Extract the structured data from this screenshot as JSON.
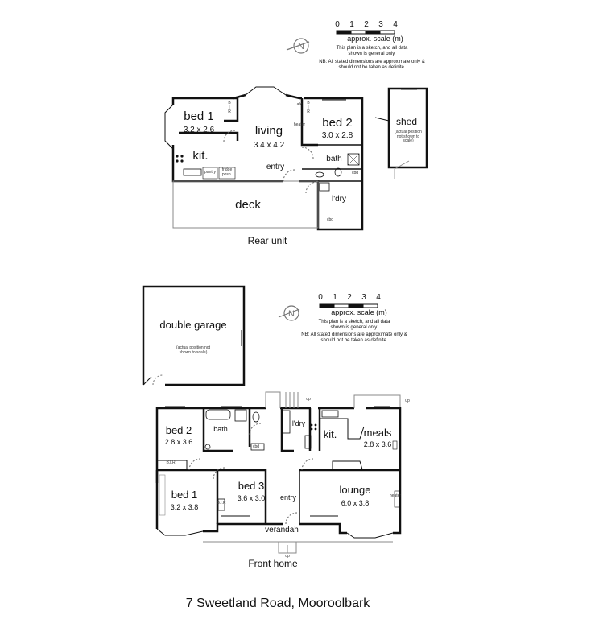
{
  "scale": {
    "ticks": [
      "0",
      "1",
      "2",
      "3",
      "4"
    ],
    "label": "approx. scale (m)",
    "note1": "This plan is a sketch, and all data shown is general only.",
    "note2": "NB: All stated dimensions are approximate only & should not be taken as definite."
  },
  "rear_unit": {
    "caption": "Rear unit",
    "rooms": {
      "bed1": {
        "name": "bed 1",
        "dim": "3.2 x 2.6"
      },
      "living": {
        "name": "living",
        "dim": "3.4 x 4.2"
      },
      "bed2": {
        "name": "bed 2",
        "dim": "3.0 x 2.8"
      },
      "kit": {
        "name": "kit."
      },
      "bath": {
        "name": "bath"
      },
      "entry": {
        "name": "entry"
      },
      "ldry": {
        "name": "l'dry"
      },
      "deck": {
        "name": "deck"
      },
      "shed": {
        "name": "shed",
        "note": "(actual position not shown to scale)"
      }
    },
    "labels": {
      "bir": "B I R",
      "pantry": "pantry",
      "fridge": "fridge posn.",
      "cbd": "cbd",
      "ac": "a/c",
      "heater": "heater"
    }
  },
  "front_home": {
    "caption": "Front home",
    "rooms": {
      "garage": {
        "name": "double garage",
        "note": "(actual position not shown to scale)"
      },
      "bed2": {
        "name": "bed 2",
        "dim": "2.8 x 3.6"
      },
      "bath": {
        "name": "bath"
      },
      "ldry": {
        "name": "l'dry"
      },
      "kit": {
        "name": "kit."
      },
      "meals": {
        "name": "meals",
        "dim": "2.8 x 3.6"
      },
      "bed1": {
        "name": "bed 1",
        "dim": "3.2 x 3.8"
      },
      "bed3": {
        "name": "bed 3",
        "dim": "3.6 x 3.0"
      },
      "entry": {
        "name": "entry"
      },
      "lounge": {
        "name": "lounge",
        "dim": "6.0 x 3.8"
      },
      "verandah": {
        "name": "verandah"
      }
    },
    "labels": {
      "bir": "B.I.R",
      "cbd": "cbd",
      "up": "up",
      "heater": "heater"
    }
  },
  "address": "7 Sweetland Road, Mooroolbark"
}
